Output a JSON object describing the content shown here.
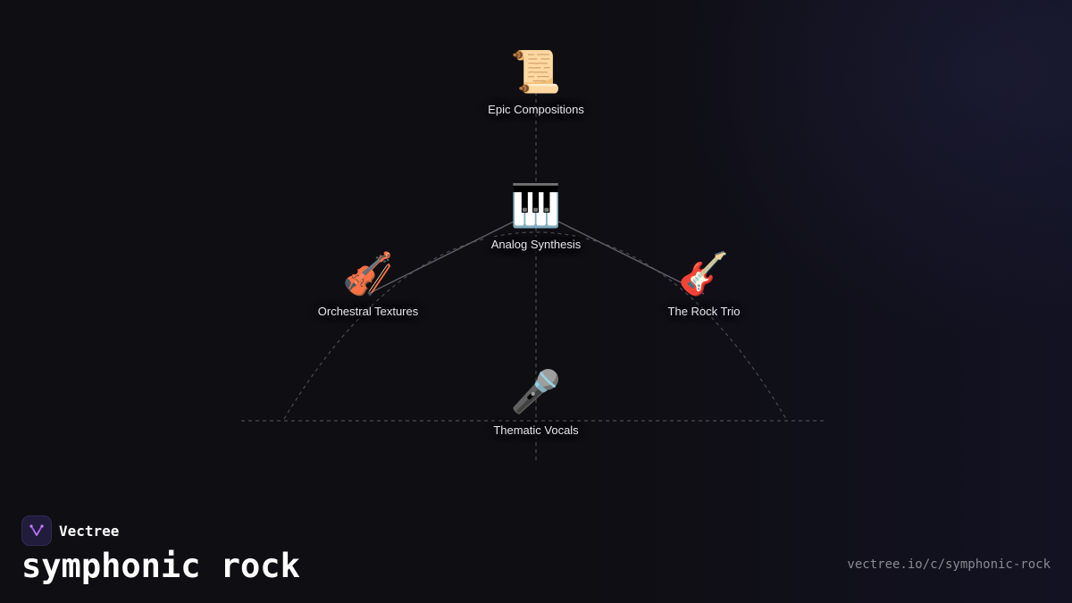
{
  "nodes": {
    "epic": {
      "emoji": "📜",
      "label": "Epic Compositions"
    },
    "analog": {
      "emoji": "🎹",
      "label": "Analog Synthesis"
    },
    "orchestral": {
      "emoji": "🎻",
      "label": "Orchestral Textures"
    },
    "rock": {
      "emoji": "🎸",
      "label": "The Rock Trio"
    },
    "vocals": {
      "emoji": "🎤",
      "label": "Thematic Vocals"
    }
  },
  "brand": {
    "name": "Vectree",
    "logo_icon": "vectree-logo-icon"
  },
  "footer": {
    "title": "symphonic rock",
    "url": "vectree.io/c/symphonic-rock"
  },
  "colors": {
    "background": "#0f0e13",
    "connector_solid": "#5c5c66",
    "connector_dashed": "#4a4a52",
    "brand_accent": "#a855f7"
  }
}
